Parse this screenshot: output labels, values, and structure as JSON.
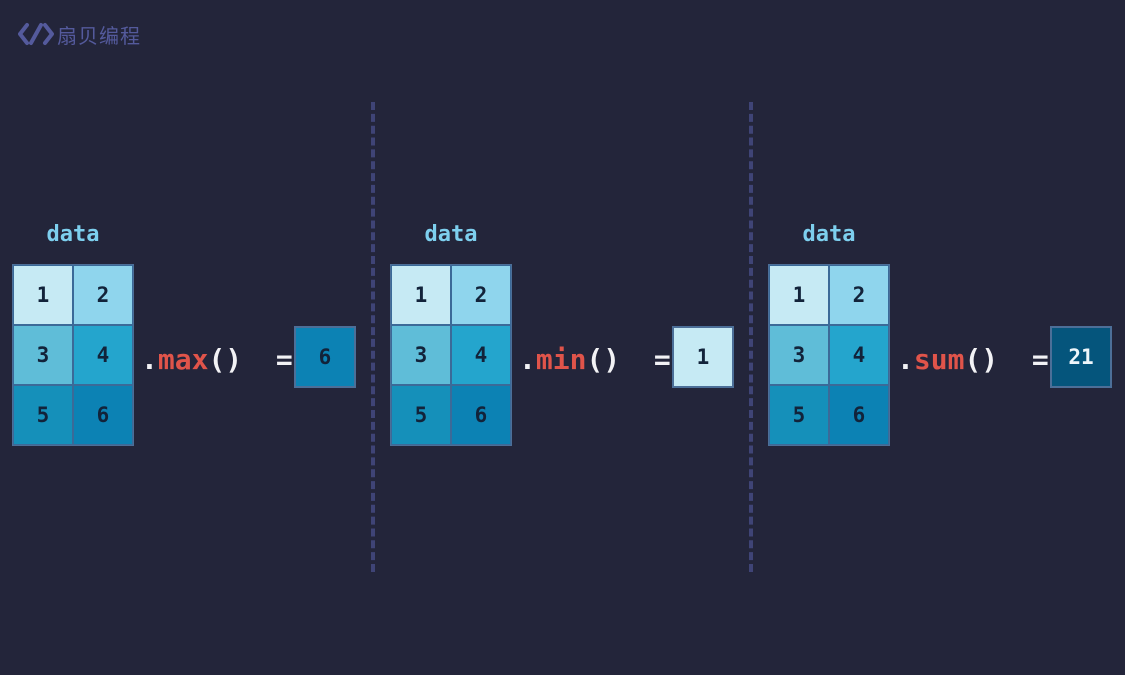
{
  "logo": {
    "text": "扇贝编程",
    "icon": "code-brackets-icon"
  },
  "colors": {
    "background": "#23253a",
    "label": "#7dcfee",
    "function": "#e0544a",
    "cell_1": "#c6eaf4",
    "cell_2": "#8fd5ed",
    "cell_3": "#5fbdd8",
    "cell_4": "#24a5cd",
    "cell_5": "#1590ba",
    "cell_6": "#0c82b4",
    "sum_result": "#05557c"
  },
  "panels": [
    {
      "label": "data",
      "cells": [
        "1",
        "2",
        "3",
        "4",
        "5",
        "6"
      ],
      "dot": ".",
      "function": "max",
      "suffix": "() =",
      "result": "6"
    },
    {
      "label": "data",
      "cells": [
        "1",
        "2",
        "3",
        "4",
        "5",
        "6"
      ],
      "dot": ".",
      "function": "min",
      "suffix": "() =",
      "result": "1"
    },
    {
      "label": "data",
      "cells": [
        "1",
        "2",
        "3",
        "4",
        "5",
        "6"
      ],
      "dot": ".",
      "function": "sum",
      "suffix": "() =",
      "result": "21"
    }
  ]
}
